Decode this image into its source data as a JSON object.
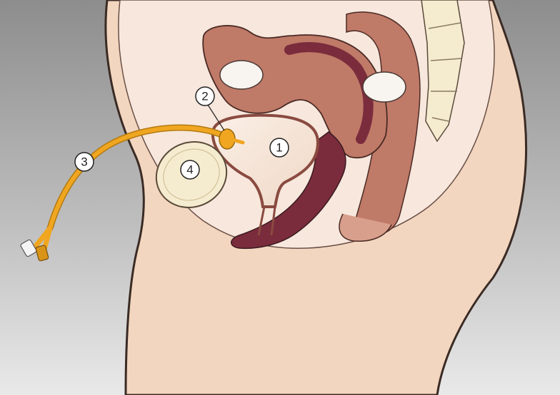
{
  "labels": {
    "bladder": "1",
    "balloon": "2",
    "catheter": "3",
    "pubic_bone": "4"
  },
  "colors": {
    "background_top": "#8d8d8d",
    "background_bottom": "#e6e6e6",
    "skin": "#f3d6bf",
    "skin_outline": "#3a2b25",
    "cavity": "#f7e7dc",
    "organ": "#c07a68",
    "organ_dark": "#7a2c3c",
    "bladder": "#f4e2d4",
    "catheter": "#f0a620",
    "bone": "#f5ecd0",
    "callout_fill": "#ffffff"
  }
}
